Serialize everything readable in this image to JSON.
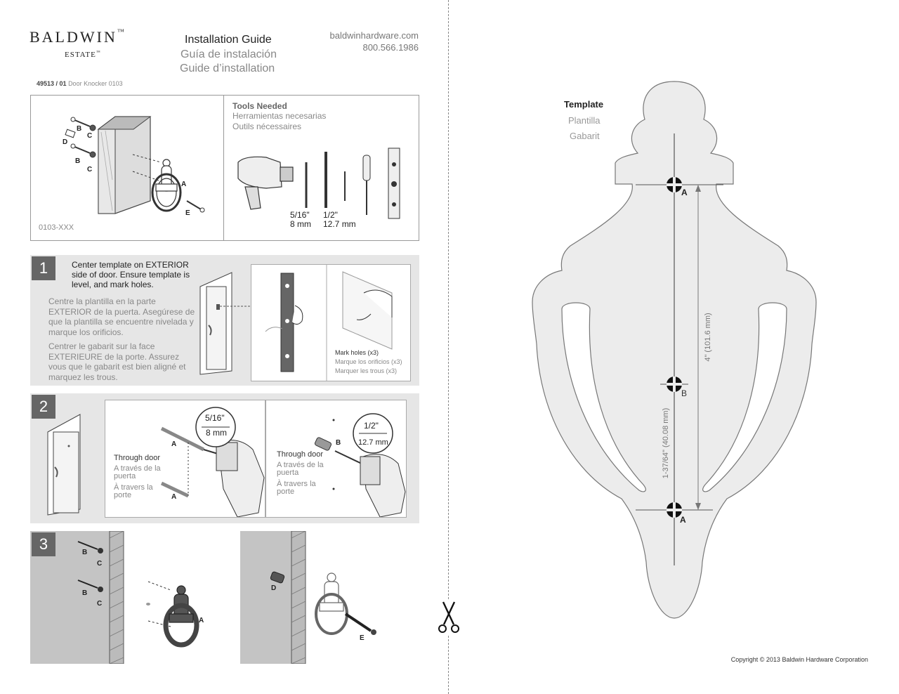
{
  "header": {
    "brand": "BALDWIN",
    "brand_sub": "ESTATE",
    "tm": "™",
    "title_en": "Installation Guide",
    "title_es": "Guía de instalación",
    "title_fr": "Guide d’installation",
    "website": "baldwinhardware.com",
    "phone": "800.566.1986",
    "part_number": "49513 / 01",
    "part_desc": "Door Knocker 0103"
  },
  "parts": {
    "labels": [
      "B",
      "C",
      "D",
      "B",
      "C",
      "A",
      "E"
    ],
    "sku": "0103-XXX"
  },
  "tools": {
    "heading_en": "Tools Needed",
    "heading_es": "Herramientas necesarias",
    "heading_fr": "Outils nécessaires",
    "bit1_size": "5/16\"",
    "bit1_mm": "8 mm",
    "bit2_size": "1/2\"",
    "bit2_mm": "12.7 mm"
  },
  "step1": {
    "number": "1",
    "text_en": "Center template on EXTERIOR side of door. Ensure template is level, and mark holes.",
    "text_es": "Centre la plantilla en la parte EXTERIOR de la puerta. Asegúrese de que la plantilla se encuentre nivelada y marque los orificios.",
    "text_fr": "Centrer le gabarit sur la face EXTERIEURE de la porte. Assurez vous que le gabarit est bien aligné et marquez les trous.",
    "mark_en": "Mark holes (x3)",
    "mark_es": "Marque los orificios (x3)",
    "mark_fr": "Marquer les trous (x3)"
  },
  "step2": {
    "number": "2",
    "a_through_en": "Through door",
    "a_through_es": "A través de la puerta",
    "a_through_fr": "À travers la porte",
    "a_size": "5/16\"",
    "a_mm": "8 mm",
    "a_label": "A",
    "b_through_en": "Through door",
    "b_through_es": "A través de la puerta",
    "b_through_fr": "À travers la porte",
    "b_size": "1/2\"",
    "b_mm": "12.7 mm",
    "b_label": "B"
  },
  "step3": {
    "number": "3",
    "labels_left": [
      "B",
      "C",
      "B",
      "C",
      "A"
    ],
    "labels_right": [
      "D",
      "E"
    ]
  },
  "template": {
    "title_en": "Template",
    "title_es": "Plantilla",
    "title_fr": "Gabarit",
    "hole_a_top": "A",
    "hole_b": "B",
    "hole_a_bottom": "A",
    "dim_long": "4\" (101.6 mm)",
    "dim_short": "1-37/64\" (40.08 mm)",
    "copyright": "Copyright © 2013 Baldwin Hardware Corporation"
  }
}
